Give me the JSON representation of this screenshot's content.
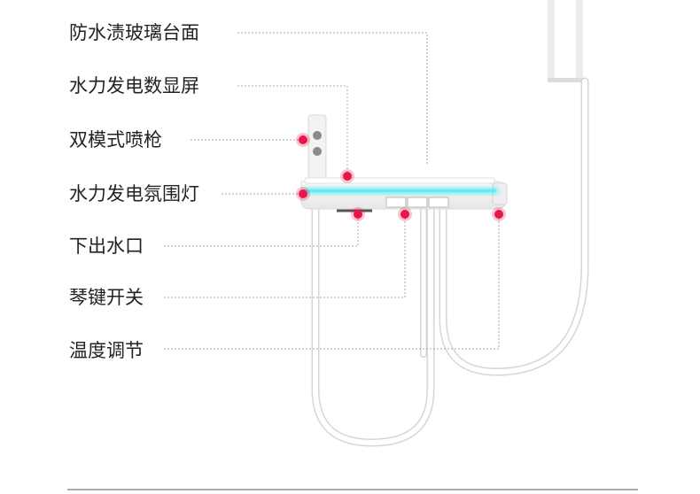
{
  "labels": [
    {
      "id": "glass",
      "text": "防水渍玻璃台面"
    },
    {
      "id": "display",
      "text": "水力发电数显屏"
    },
    {
      "id": "spray",
      "text": "双模式喷枪"
    },
    {
      "id": "ambient",
      "text": "水力发电氛围灯"
    },
    {
      "id": "outlet",
      "text": "下出水口"
    },
    {
      "id": "keys",
      "text": "琴键开关"
    },
    {
      "id": "temp",
      "text": "温度调节"
    }
  ],
  "colors": {
    "marker": "#e8174a",
    "leader": "#a8a8a8",
    "glow": "#36e2f0",
    "body": "#f4f4f4",
    "text": "#222222"
  }
}
